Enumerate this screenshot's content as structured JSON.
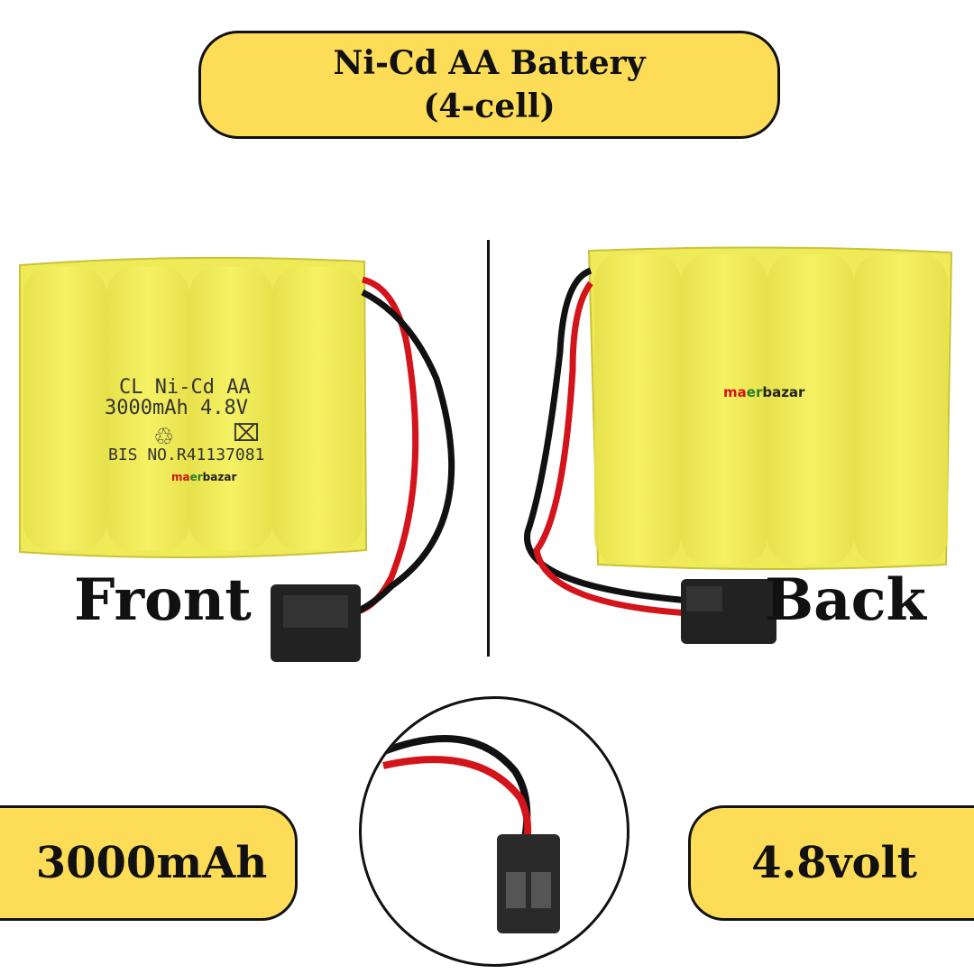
{
  "title": {
    "line1": "Ni-Cd AA Battery",
    "line2": "(4-cell)"
  },
  "labels": {
    "front": "Front",
    "back": "Back"
  },
  "specs": {
    "capacity": "3000mAh",
    "voltage": "4.8volt"
  },
  "battery_print": {
    "line1": "CL Ni-Cd AA",
    "line2": "3000mAh 4.8V",
    "line3": "BIS NO.R41137081"
  },
  "watermark": {
    "prefix": "ma",
    "middle": "er",
    "suffix": "bazar"
  },
  "colors": {
    "banner": "#fddc58",
    "battery_wrap": "#f2ee5a",
    "wire_red": "#d3141a",
    "wire_black": "#111111"
  }
}
